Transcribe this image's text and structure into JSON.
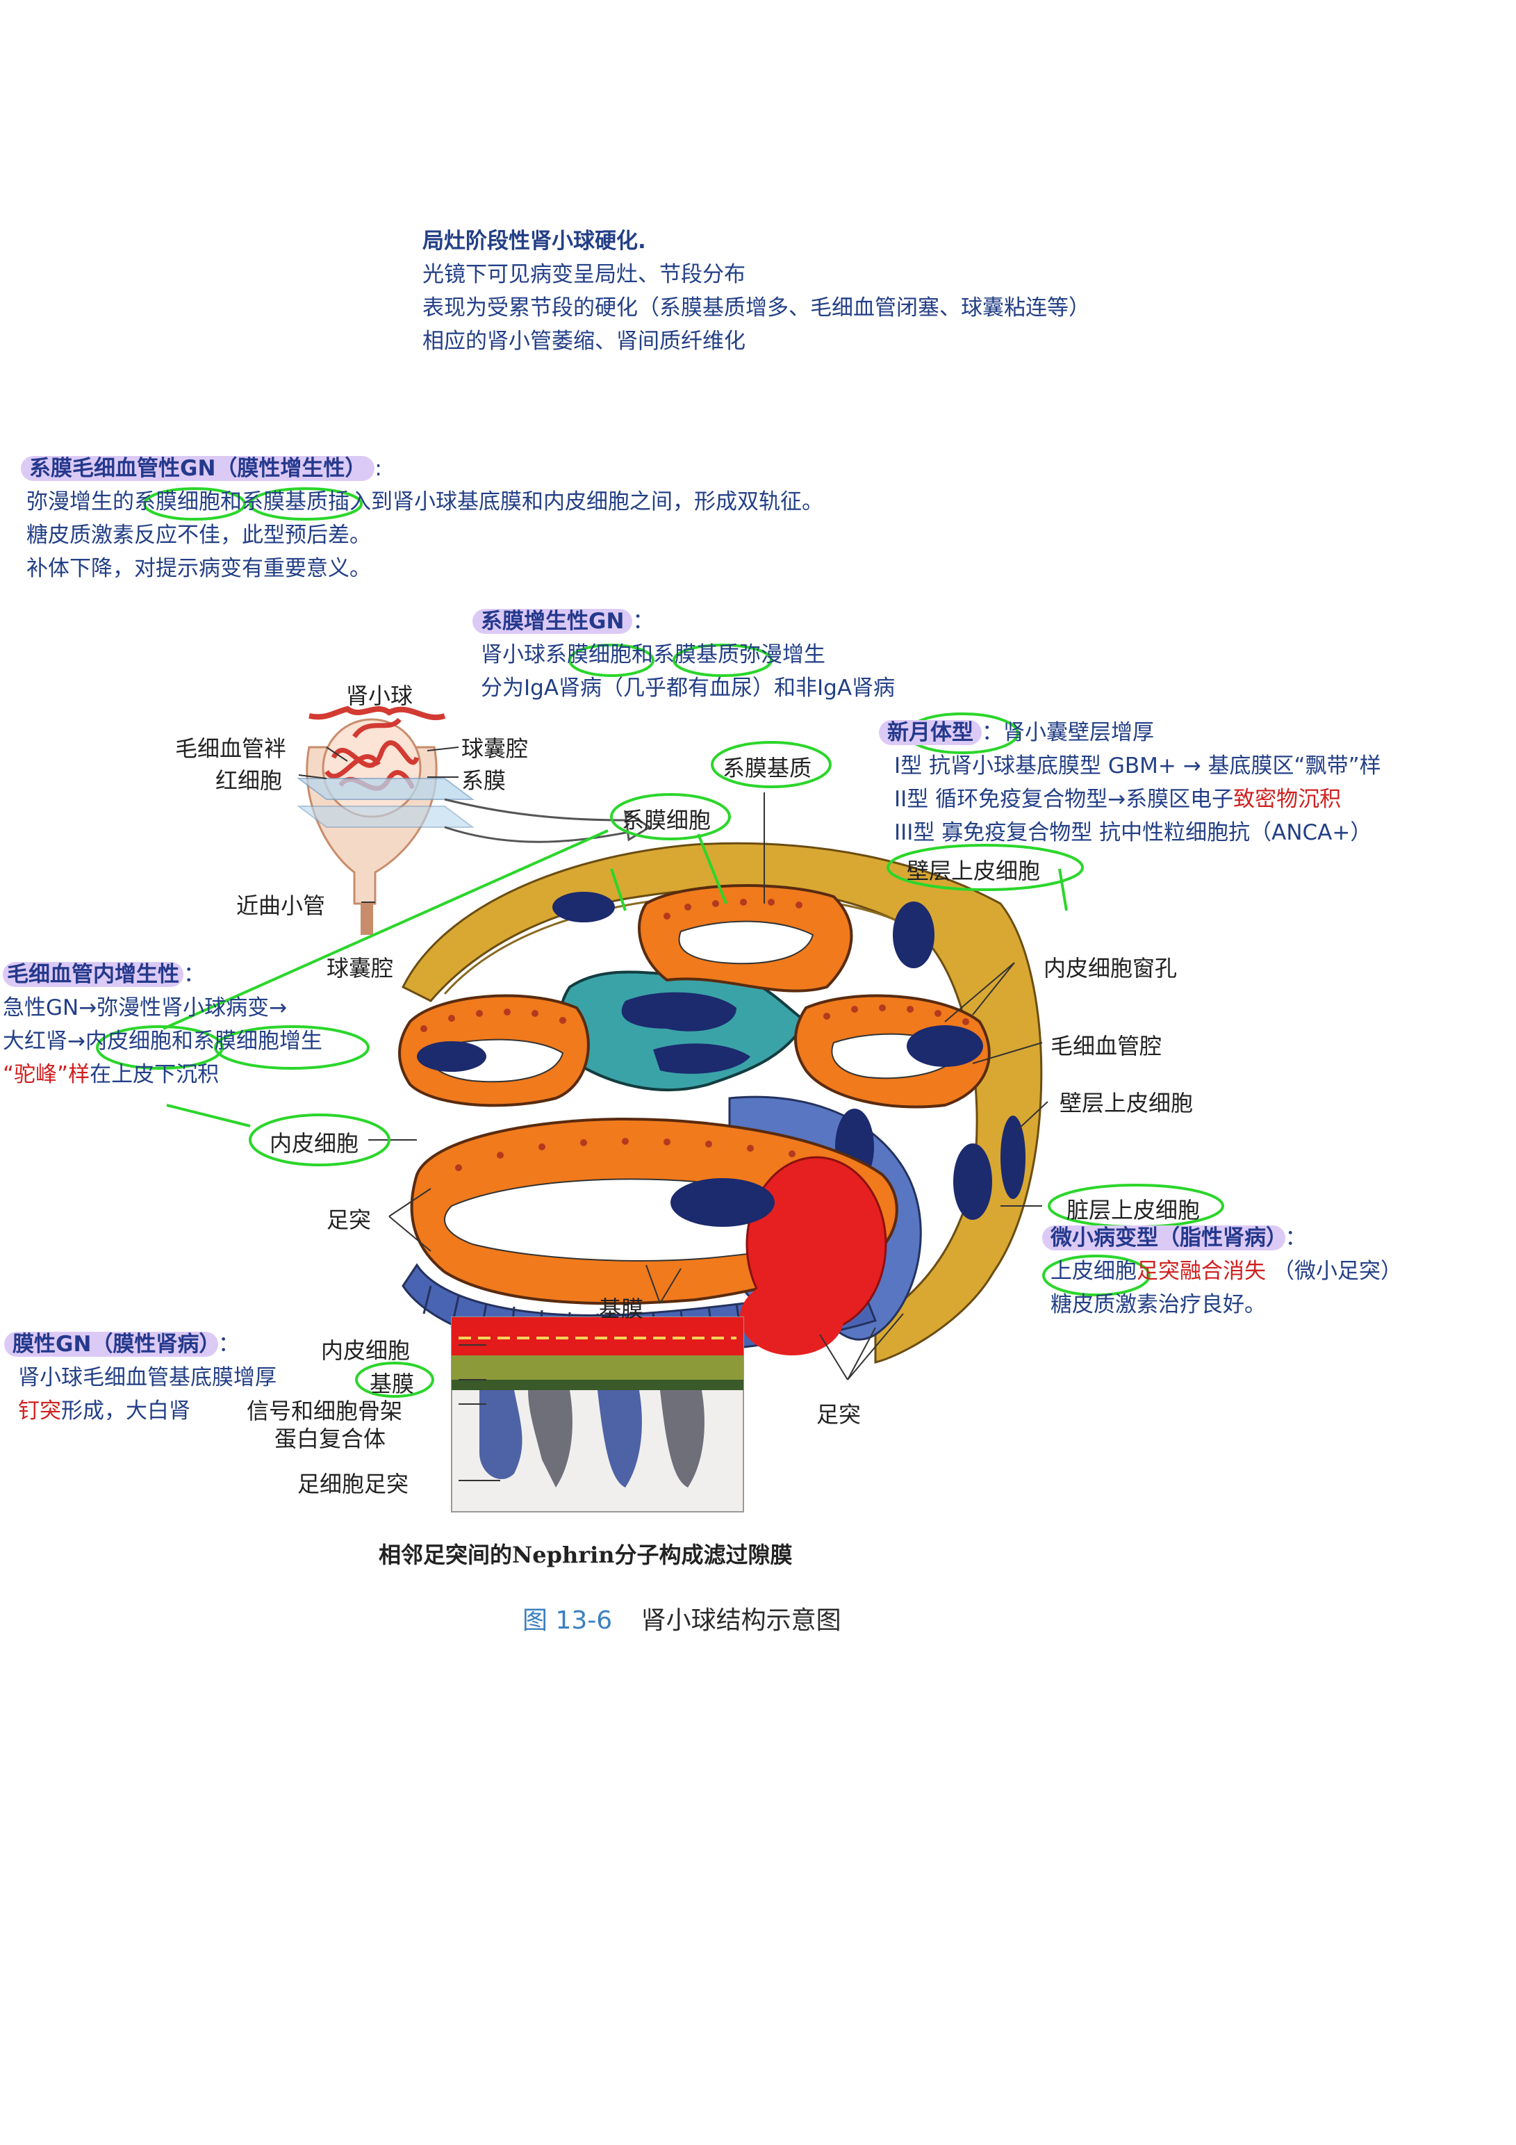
{
  "top_note": {
    "title": "局灶阶段性肾小球硬化.",
    "lines": [
      "光镜下可见病变呈局灶、节段分布",
      "表现为受累节段的硬化（系膜基质增多、毛细血管闭塞、球囊粘连等）",
      "相应的肾小管萎缩、肾间质纤维化"
    ]
  },
  "mpgn_note": {
    "title": "系膜毛细血管性GN（膜性增生性）",
    "colon": ":",
    "lines": [
      "弥漫增生的系膜细胞和系膜基质插入到肾小球基底膜和内皮细胞之间，形成双轨征。",
      "糖皮质激素反应不佳，此型预后差。",
      "补体下降，对提示病变有重要意义。"
    ]
  },
  "mesangial_note": {
    "title": "系膜增生性GN",
    "colon": "：",
    "lines": [
      "肾小球系膜细胞和系膜基质弥漫增生",
      "分为IgA肾病（几乎都有血尿）和非IgA肾病"
    ]
  },
  "crescent_note": {
    "title": "新月体型",
    "colon": "：",
    "first": "肾小囊壁层增厚",
    "lines": [
      "I型  抗肾小球基底膜型 GBM+  → 基底膜区“飘带”样"
    ],
    "line3_a": "II型  循环免疫复合物型→系膜区电子",
    "line3_red": "致密物沉积",
    "line4": "III型 寡免疫复合物型 抗中性粒细胞抗（ANCA+）"
  },
  "endo_note": {
    "title": "毛细血管内增生性",
    "colon": "：",
    "line1": "急性GN→弥漫性肾小球病变→",
    "line2": "大红肾→内皮细胞和系膜细胞增生",
    "line3_red": "“驼峰”样",
    "line3_b": "在上皮下沉积"
  },
  "mcd_note": {
    "title": "微小病变型（脂性肾病）",
    "colon": "：",
    "line1_a": "上皮细胞",
    "line1_red": "足突融合消失",
    "line1_b": "（微小足突）",
    "line2": "糖皮质激素治疗良好。"
  },
  "mgn_note": {
    "title": "膜性GN（膜性肾病）",
    "colon": "：",
    "line1": "肾小球毛细血管基底膜增厚",
    "line2_red": "钉突",
    "line2_b": "形成，大白肾"
  },
  "labels": {
    "glomerulus": "肾小球",
    "capillary_loop": "毛细血管袢",
    "rbc": "红细胞",
    "bowman_space_small": "球囊腔",
    "mesangium_small": "系膜",
    "proximal_tubule": "近曲小管",
    "mesangial_matrix": "系膜基质",
    "mesangial_cell": "系膜细胞",
    "parietal_epi_top": "壁层上皮细胞",
    "bowman_space": "球囊腔",
    "endothelial_fenestra": "内皮细胞窗孔",
    "capillary_lumen": "毛细血管腔",
    "parietal_epi": "壁层上皮细胞",
    "endothelial_cell": "内皮细胞",
    "visceral_epi": "脏层上皮细胞",
    "foot_process_left": "足突",
    "basement_membrane": "基膜",
    "foot_process_right": "足突",
    "inset_endo": "内皮细胞",
    "inset_bm": "基膜",
    "inset_signal1": "信号和细胞骨架",
    "inset_signal2": "蛋白复合体",
    "inset_podocyte": "足细胞足突",
    "inset_caption": "相邻足突间的Nephrin分子构成滤过隙膜"
  },
  "figure_caption": {
    "number": "图 13-6",
    "title": "肾小球结构示意图"
  },
  "colors": {
    "note_text": "#233f86",
    "highlight": "#dccaf6",
    "red_text": "#d0201f",
    "green_circle": "#2bd62b",
    "capillary_orange": "#f07a1c",
    "mesangium_teal": "#3aa3a8",
    "nucleus_navy": "#1c2a6e",
    "capsule_gold": "#d8a832",
    "podocyte_blue": "#4a64b4",
    "rbc_red": "#e62020"
  }
}
